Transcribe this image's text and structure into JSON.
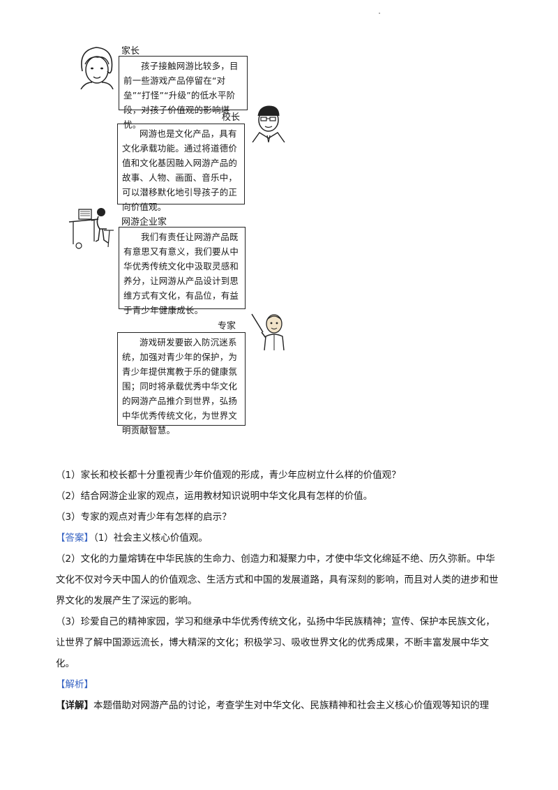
{
  "dialogue": {
    "parent": {
      "role": "家长",
      "text": "孩子接触网游比较多，目前一些游戏产品停留在“对垒”“打怪”“升级”的低水平阶段，对孩子价值观的影响堪忧。",
      "avatar_icon": "parent-portrait-icon"
    },
    "principal": {
      "role": "校长",
      "text": "网游也是文化产品，具有文化承载功能。通过将道德价值和文化基因融入网游产品的故事、人物、画面、音乐中，可以潜移默化地引导孩子的正向价值观。",
      "avatar_icon": "principal-portrait-icon"
    },
    "entrepreneur": {
      "role": "网游企业家",
      "text": "我们有责任让网游产品既有意思又有意义，我们要从中华优秀传统文化中汲取灵感和养分，让网游从产品设计到思维方式有文化，有品位，有益于青少年健康成长。",
      "avatar_icon": "desk-worker-icon"
    },
    "expert": {
      "role": "专家",
      "text": "游戏研发要嵌入防沉迷系统，加强对青少年的保护，为青少年提供寓教于乐的健康氛围；同时将承载优秀中华文化的网游产品推介到世界，弘扬中华优秀传统文化，为世界文明贡献智慧。",
      "avatar_icon": "expert-pointer-icon"
    }
  },
  "questions": [
    "（1）家长和校长都十分重视青少年价值观的形成，青少年应树立什么样的价值观？",
    "（2）结合网游企业家的观点，运用教材知识说明中华文化具有怎样的价值。",
    "（3）专家的观点对青少年有怎样的启示？"
  ],
  "answer": {
    "label": "【答案】",
    "part1": "（1）社会主义核心价值观。",
    "part2": "（2）文化的力量熔铸在中华民族的生命力、创造力和凝聚力中，才使中华文化绵延不绝、历久弥新。中华文化不仅对今天中国人的价值观念、生活方式和中国的发展道路，具有深刻的影响，而且对人类的进步和世界文化的发展产生了深远的影响。",
    "part3": "（3）珍爱自己的精神家园，学习和继承中华优秀传统文化，弘扬中华民族精神；宣传、保护本民族文化，让世界了解中国源远流长，博大精深的文化；积极学习、吸收世界文化的优秀成果，不断丰富发展中华文化。"
  },
  "analysis": {
    "label": "【解析】",
    "detail_label": "【详解】",
    "detail_text": "本题借助对网游产品的讨论，考查学生对中华文化、民族精神和社会主义核心价值观等知识的理"
  },
  "colors": {
    "tag": "#3a66c4",
    "border": "#222222"
  }
}
